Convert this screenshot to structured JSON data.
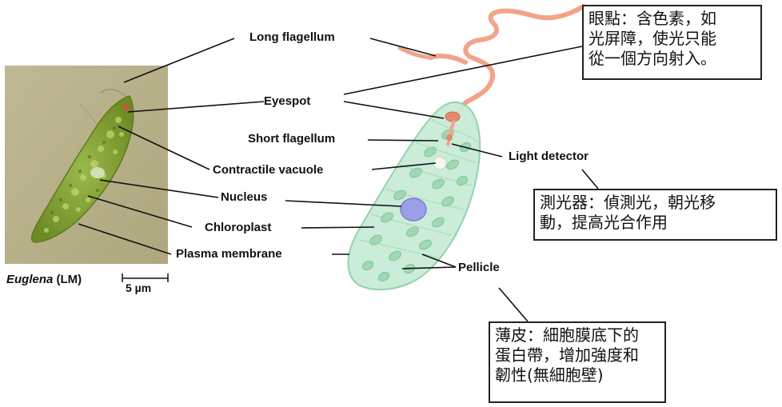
{
  "micrograph": {
    "caption_italic": "Euglena",
    "caption_rest": " (LM)",
    "scale_bar": "5 µm"
  },
  "labels": {
    "long_flagellum": "Long flagellum",
    "eyespot": "Eyespot",
    "short_flagellum": "Short flagellum",
    "light_detector": "Light detector",
    "contractile_vacuole": "Contractile vacuole",
    "nucleus": "Nucleus",
    "chloroplast": "Chloroplast",
    "plasma_membrane": "Plasma membrane",
    "pellicle": "Pellicle"
  },
  "notes": {
    "eyespot_note": "眼點：含色素，如\n光屏障，使光只能\n從一個方向射入。",
    "light_detector_note": "測光器：偵測光，朝光移\n動，提高光合作用",
    "pellicle_note": "薄皮：細胞膜底下的\n蛋白帶，增加強度和\n韌性(無細胞壁)"
  },
  "colors": {
    "photo_background": "#b9b18a",
    "cell_green": "#8aa83a",
    "drawing_body": "#c8ecd6",
    "drawing_outline": "#8fd0a8",
    "chloroplast_fill": "#9fd8b2",
    "nucleus_fill": "#9b9ee6",
    "eyespot_fill": "#e58a6a",
    "flagellum": "#f1a48a"
  }
}
